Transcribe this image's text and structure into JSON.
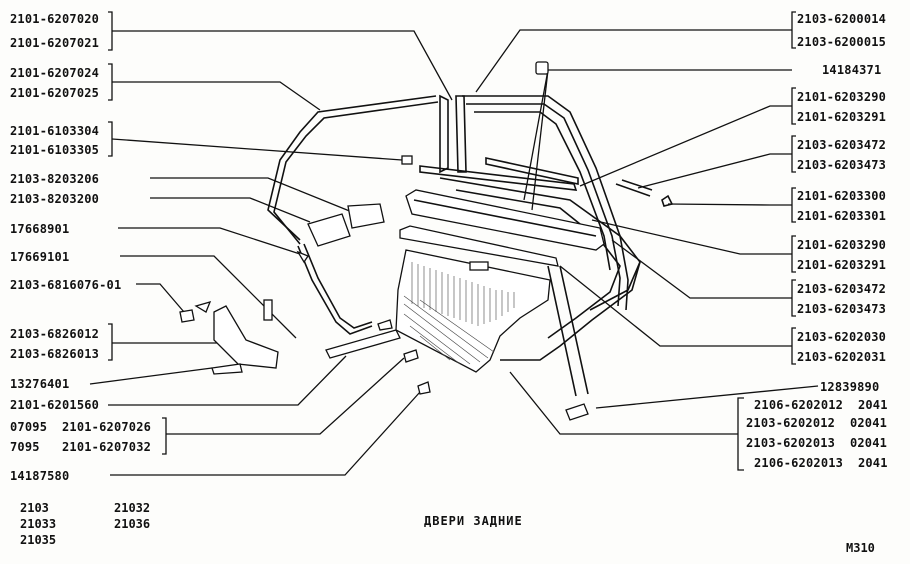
{
  "title": "ДВЕРИ ЗАДНИЕ",
  "page_code": "M310",
  "models": {
    "col1": [
      "2103",
      "21033",
      "21035"
    ],
    "col2": [
      "21032",
      "21036"
    ]
  },
  "left_labels": [
    "2101-6207020",
    "2101-6207021",
    "2101-6207024",
    "2101-6207025",
    "2101-6103304",
    "2101-6103305",
    "2103-8203206",
    "2103-8203200",
    "17668901",
    "17669101",
    "2103-6816076-01",
    "2103-6826012",
    "2103-6826013",
    "13276401",
    "2101-6201560",
    "07095  2101-6207026",
    "7095   2101-6207032",
    "14187580"
  ],
  "right_labels": [
    "2103-6200014",
    "2103-6200015",
    "14184371",
    "2101-6203290",
    "2101-6203291",
    "2103-6203472",
    "2103-6203473",
    "2101-6203300",
    "2101-6203301",
    "2101-6203290",
    "2101-6203291",
    "2103-6203472",
    "2103-6203473",
    "2103-6202030",
    "2103-6202031",
    "12839890",
    "2106-6202012  2041",
    "2103-6202012  02041",
    "2103-6202013  02041",
    "2106-6202013  2041"
  ]
}
